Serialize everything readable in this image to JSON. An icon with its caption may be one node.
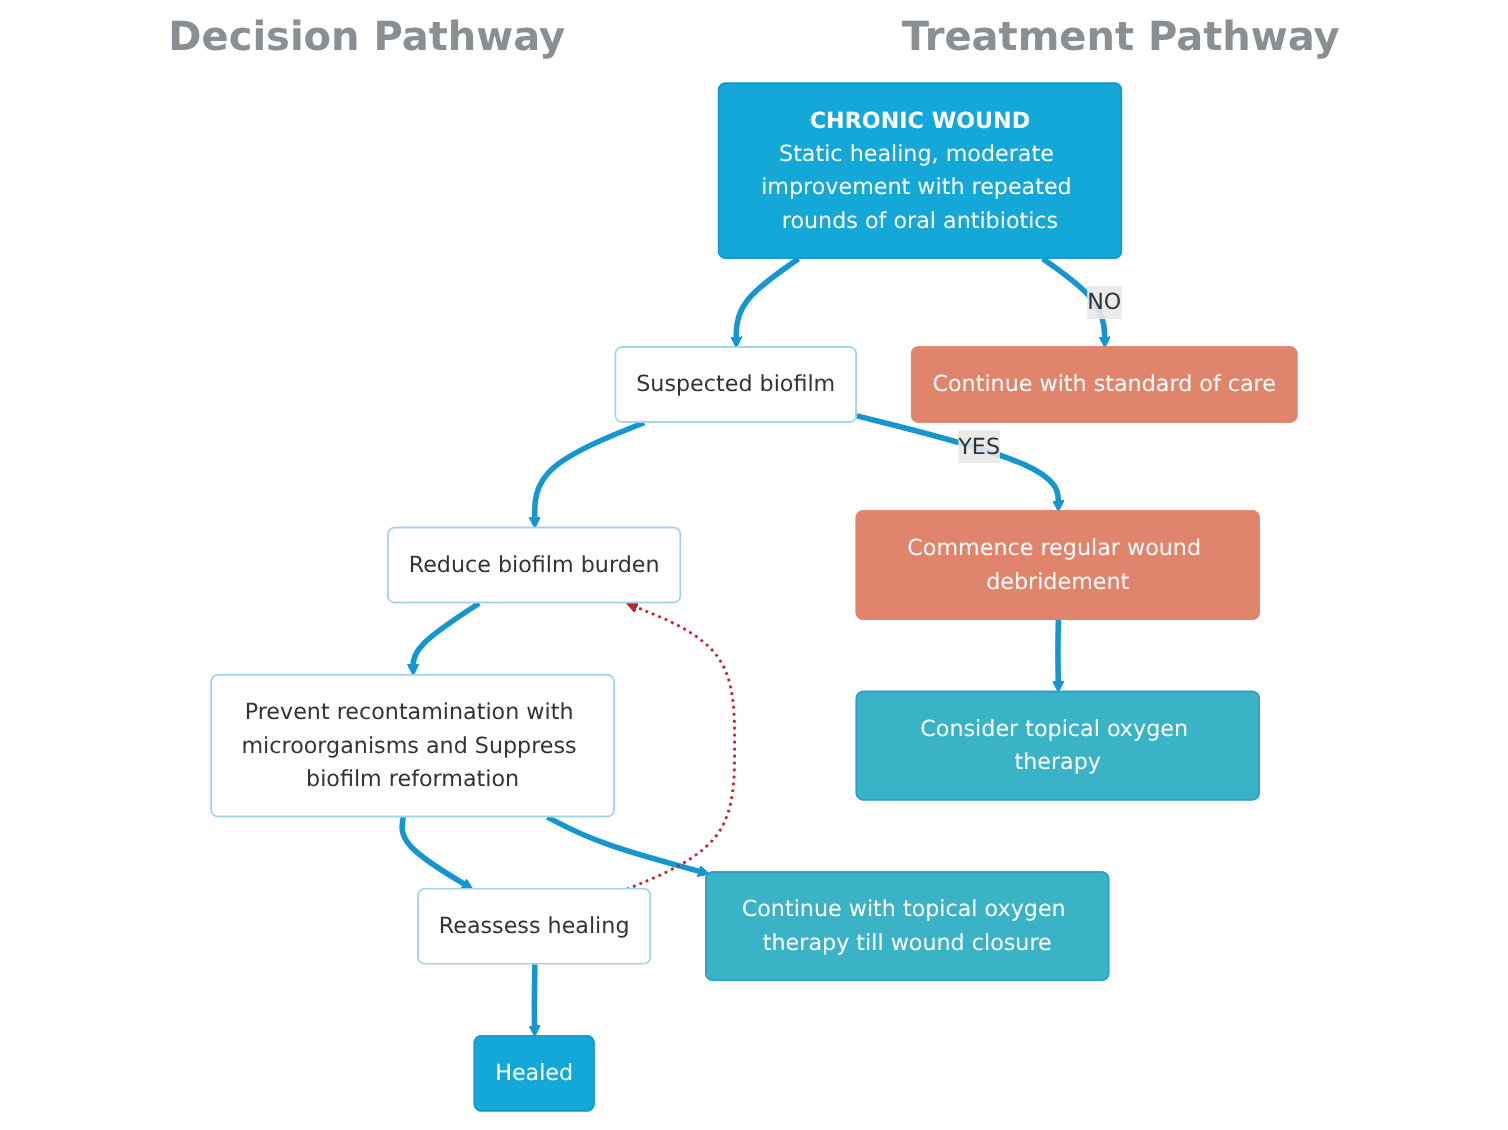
{
  "diagram": {
    "nodes": [
      {
        "text": [
          "CHRONIC WOUND",
          "Static healing, moderate improvement with repeated rounds of oral antibiotics"
        ]
      },
      {
        "text": [
          "Suspected biofilm"
        ]
      },
      {
        "text": [
          "Reduce biofilm burden"
        ]
      },
      {
        "text": [
          "Prevent recontamination with microorganisms and Suppress biofilm reformation"
        ]
      },
      {
        "text": [
          "Reassess healing"
        ]
      },
      {
        "text": [
          "Healed"
        ]
      },
      {
        "text": [
          "Continue with standard of care"
        ]
      },
      {
        "text": [
          "Commence regular wound debridement"
        ]
      },
      {
        "text": [
          "Consider topical oxygen therapy"
        ]
      },
      {
        "text": [
          "Continue with topical oxygen therapy till wound closure"
        ]
      }
    ],
    "edges": [
      {
        "from": 0,
        "to": 1,
        "arrow": "to"
      },
      {
        "from": 1,
        "to": 2,
        "arrow": "to"
      },
      {
        "from": 2,
        "to": 3,
        "arrow": "to"
      },
      {
        "from": 3,
        "to": 4,
        "arrow": "to"
      },
      {
        "from": 4,
        "to": 5,
        "arrow": "to"
      },
      {
        "from": 0,
        "to": 6,
        "arrow": "to",
        "label": "NO"
      },
      {
        "from": 1,
        "to": 7,
        "arrow": "to",
        "label": "YES"
      },
      {
        "from": 7,
        "to": 8,
        "arrow": "to"
      },
      {
        "from": 3,
        "to": 9,
        "arrow": "to"
      },
      {
        "from": 4,
        "to": 2,
        "arrow": "to",
        "style": "dashed",
        "color": "#c8202a"
      }
    ],
    "labels": [
      "Decision Pathway",
      "Treatment Pathway"
    ]
  }
}
